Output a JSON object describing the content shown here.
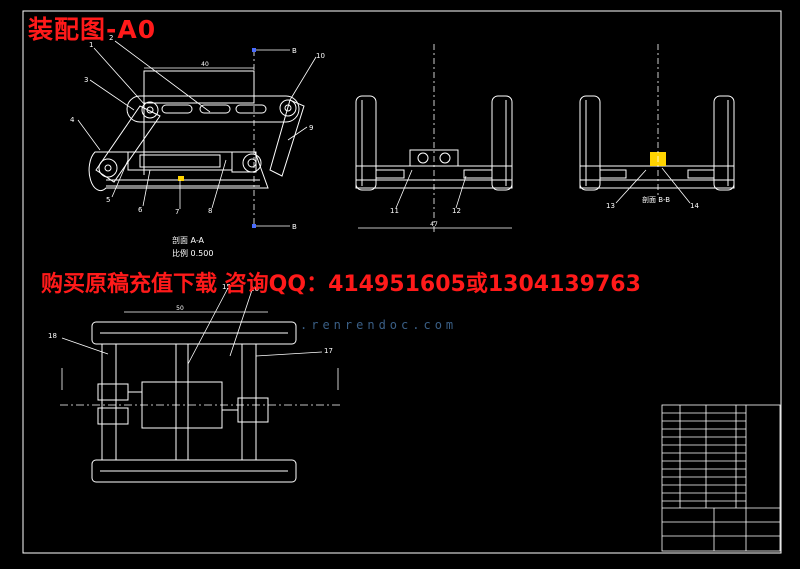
{
  "title": "装配图-A0",
  "promo": "购买原稿充值下载 咨询QQ：414951605或1304139763",
  "watermark": {
    "url": ".renrendoc.com"
  },
  "views": {
    "section_aa_label": "剖面 A-A",
    "section_aa_scale": "比例 0.500",
    "section_bb_label": "剖面 B-B",
    "section_marker_b": "B",
    "top_dim": "40",
    "mid_dim": "47",
    "plan_dim": "50"
  },
  "part_labels": [
    "1",
    "2",
    "3",
    "4",
    "5",
    "6",
    "7",
    "8",
    "9",
    "10",
    "11",
    "12",
    "13",
    "14",
    "15",
    "16",
    "17",
    "18"
  ],
  "colors": {
    "frame": "#ffffff",
    "drawing": "#ffffff",
    "accent_yellow": "#ffd400",
    "promo_red": "#ff1a1a",
    "watermark_blue": "#3a5f86",
    "centerline": "#4a6cff"
  }
}
